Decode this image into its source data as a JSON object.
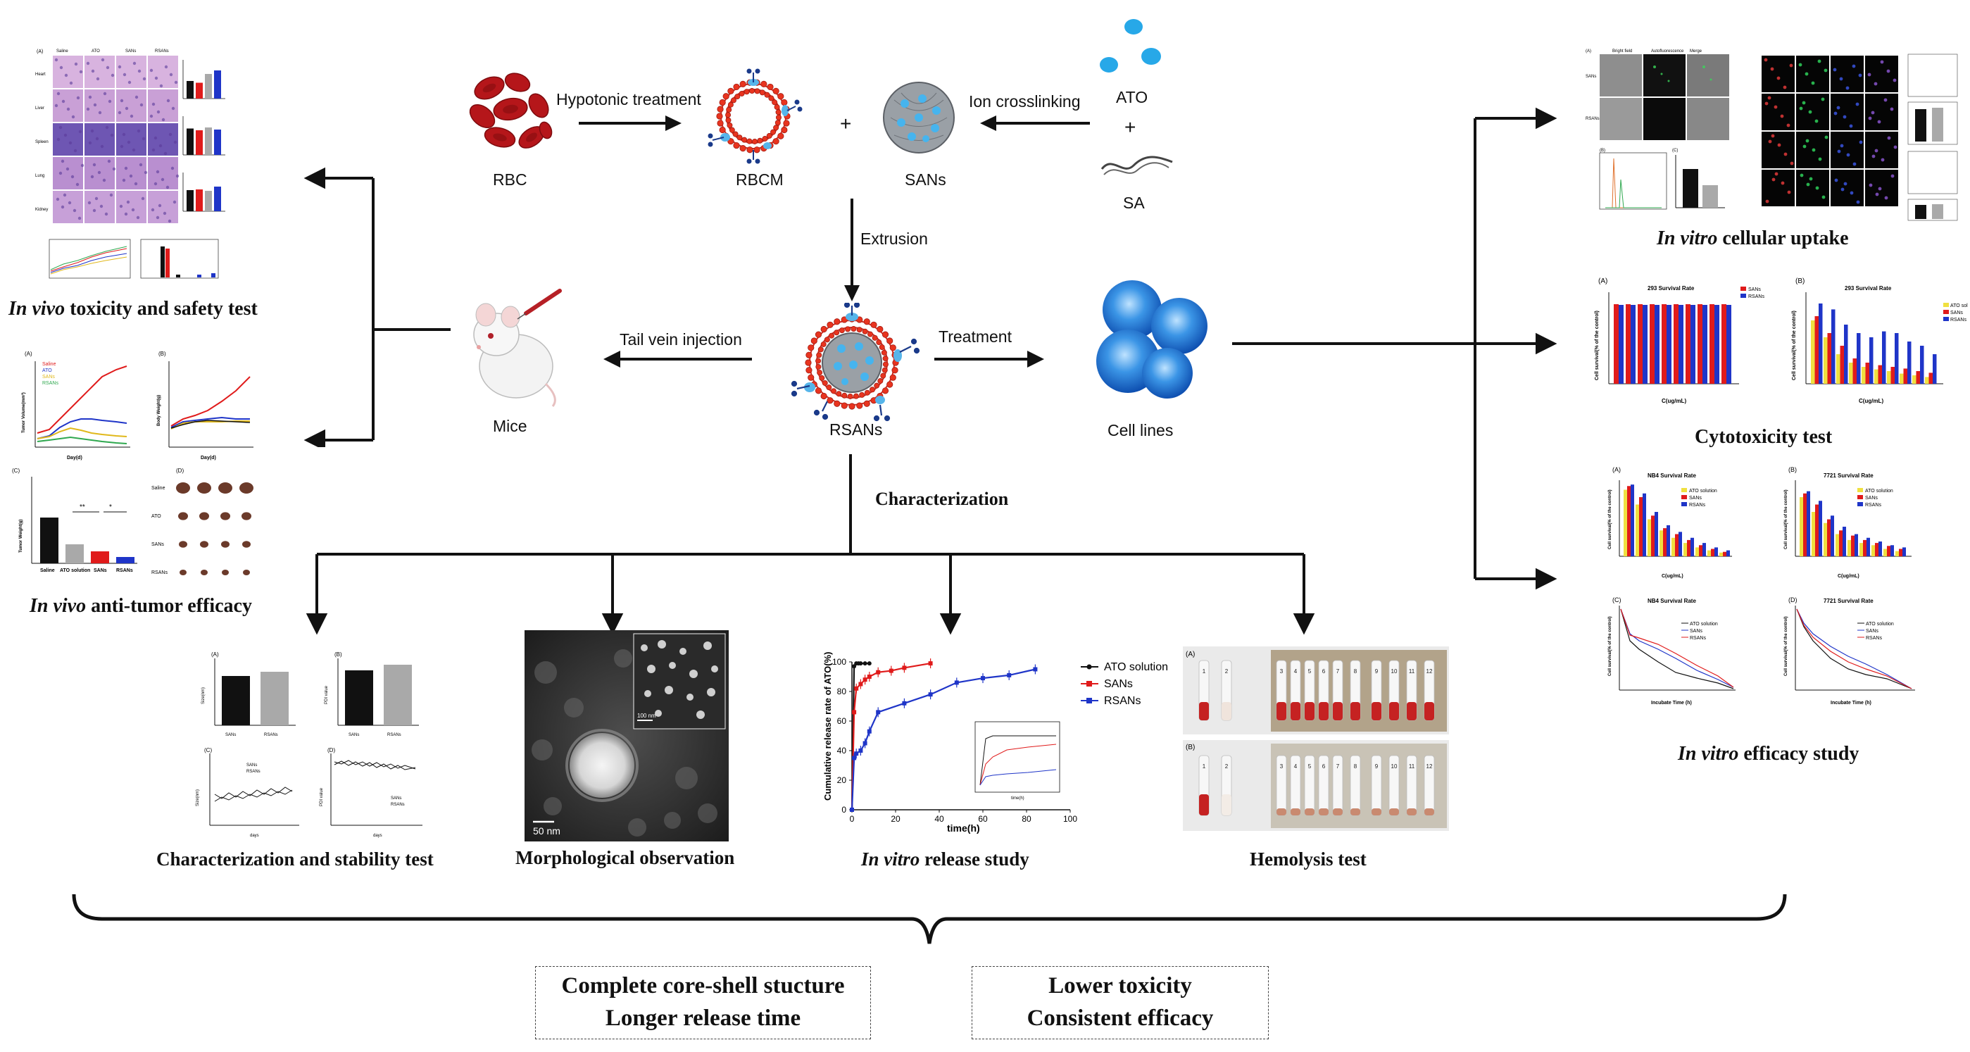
{
  "center": {
    "rbc": "RBC",
    "rbcm": "RBCM",
    "sans": "SANs",
    "ato": "ATO",
    "plus_small": "+",
    "plus_between": "+",
    "sa": "SA",
    "rsans": "RSANs",
    "mice": "Mice",
    "cell_lines": "Cell lines",
    "arrow_hypotonic": "Hypotonic treatment",
    "arrow_ion": "Ion crosslinking",
    "arrow_extrusion": "Extrusion",
    "arrow_tail": "Tail vein injection",
    "arrow_treatment": "Treatment",
    "characterization": "Characterization"
  },
  "left": {
    "toxicity_caption_em": "In vivo",
    "toxicity_caption_rest": " toxicity and safety test",
    "efficacy_caption_em": "In vivo",
    "efficacy_caption_rest": " anti-tumor efficacy",
    "tox_row_labels": [
      "Heart",
      "Liver",
      "Spleen",
      "Lung",
      "Kidney"
    ],
    "tox_col_labels": [
      "Saline",
      "ATO",
      "SANs",
      "RSANs"
    ],
    "tumor_legend": [
      "Saline",
      "ATO",
      "SANs",
      "RSANs"
    ],
    "tumor_weight_cats": [
      "Saline",
      "ATO solution",
      "SANs",
      "RSANs"
    ],
    "tumor_weight_sig": [
      "**",
      "*"
    ],
    "tumor_row_labels": [
      "Saline",
      "ATO",
      "SANs",
      "RSANs"
    ],
    "xlabel_days": "Day(d)",
    "ylabel_tumor_vol": "Tumor Volume(mm³)",
    "ylabel_body_weight": "Body Weight(g)",
    "ylabel_tumor_weight": "Tumor Weight(g)",
    "panel_A": "(A)",
    "panel_B": "(B)",
    "panel_C": "(C)",
    "panel_D": "(D)"
  },
  "right": {
    "uptake_caption_em": "In vitro",
    "uptake_caption_rest": " cellular uptake",
    "cytotox_caption": "Cytotoxicity test",
    "efficacy_caption_em": "In vitro",
    "efficacy_caption_rest": " efficacy study",
    "uptake_cols": [
      "Bright field",
      "Autofluorescence",
      "Merge"
    ],
    "uptake_rows": [
      "SANs",
      "RSANs"
    ],
    "chart_293_title": "293 Survival Rate",
    "cytotox_xlabel": "C(ug/mL)",
    "cytotox_ylabel": "Cell survival(% of the control)",
    "legend_sans": "SANs",
    "legend_rsans": "RSANs",
    "legend_ato": "ATO solution",
    "nb4_title": "NB4 Survival Rate",
    "t7721_title": "7721 Survival Rate",
    "incubate_xlabel": "Incubate Time (h)",
    "panel_A": "(A)",
    "panel_B": "(B)",
    "panel_C": "(C)",
    "panel_D": "(D)"
  },
  "bottom": {
    "char_caption": "Characterization  and stability test",
    "morph_caption": "Morphological observation",
    "release_caption_em": "In vitro",
    "release_caption_rest": " release study",
    "hemolysis_caption": "Hemolysis test",
    "size_ylabel": "Size(nm)",
    "pdi_ylabel": "PDI value",
    "days": "days",
    "sans": "SANs",
    "rsans": "RSANs",
    "scalebar": "50 nm",
    "scalebar_small": "100 nm",
    "release_ylabel": "Cumulative release rate of ATO(%)",
    "release_xlabel": "time(h)",
    "release_inset_xlabel": "time(h)",
    "release_legend": [
      "ATO solution",
      "SANs",
      "RSANs"
    ],
    "hemolysis_tubes_A": [
      "1",
      "2",
      "3",
      "4",
      "5",
      "6",
      "7",
      "8",
      "9",
      "10",
      "11",
      "12"
    ],
    "hemolysis_tubes_B": [
      "1",
      "2",
      "3",
      "4",
      "5",
      "6",
      "7",
      "8",
      "9",
      "10",
      "11",
      "12"
    ],
    "panel_A": "(A)",
    "panel_B": "(B)",
    "panel_C": "(C)",
    "panel_D": "(D)"
  },
  "conclusions": {
    "box1_line1": "Complete core-shell stucture",
    "box1_line2": "Longer release time",
    "box2_line1": "Lower toxicity",
    "box2_line2": "Consistent efficacy"
  },
  "colors": {
    "red": "#e01b1b",
    "blue": "#1f35c8",
    "black": "#111111",
    "yellow": "#f0e040",
    "gray": "#a9a9a9",
    "membrane": "#d62b1f",
    "core_blue": "#3ba3dd",
    "drop_blue": "#27a8e8",
    "he_pink": "#c9a0d6",
    "he_purple": "#6e56b3"
  },
  "chart_data": [
    {
      "type": "line",
      "title": "",
      "xlabel": "time(h)",
      "ylabel": "Cumulative release rate of ATO(%)",
      "xlim": [
        0,
        100
      ],
      "ylim": [
        0,
        100
      ],
      "series": [
        {
          "name": "ATO solution",
          "x": [
            0,
            1,
            2,
            3,
            4,
            6,
            8
          ],
          "y": [
            0,
            97,
            99,
            99,
            99,
            99,
            99
          ]
        },
        {
          "name": "SANs",
          "x": [
            0,
            1,
            2,
            4,
            6,
            8,
            12,
            18,
            24,
            36
          ],
          "y": [
            0,
            66,
            82,
            85,
            88,
            90,
            93,
            94,
            96,
            99
          ]
        },
        {
          "name": "RSANs",
          "x": [
            0,
            1,
            2,
            4,
            6,
            8,
            12,
            24,
            36,
            48,
            60,
            72,
            84
          ],
          "y": [
            0,
            35,
            38,
            40,
            45,
            53,
            66,
            72,
            78,
            86,
            89,
            91,
            95
          ]
        }
      ]
    }
  ]
}
